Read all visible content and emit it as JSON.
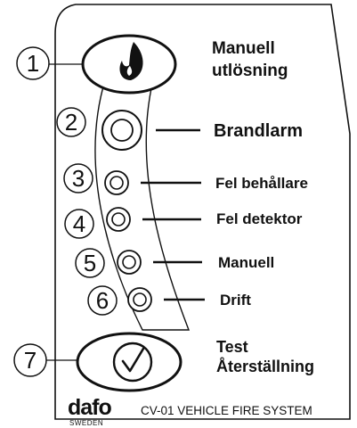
{
  "panel": {
    "colors": {
      "outline": "#111111",
      "background": "#ffffff",
      "text": "#111111"
    },
    "callouts": [
      {
        "number": "1",
        "lines": [
          "Manuell",
          "utlösning"
        ],
        "control": "fire-button",
        "icon": "flame-icon"
      },
      {
        "number": "2",
        "lines": [
          "Brandlarm"
        ],
        "control": "indicator-lamp-large"
      },
      {
        "number": "3",
        "lines": [
          "Fel behållare"
        ],
        "control": "indicator-lamp"
      },
      {
        "number": "4",
        "lines": [
          "Fel detektor"
        ],
        "control": "indicator-lamp"
      },
      {
        "number": "5",
        "lines": [
          "Manuell"
        ],
        "control": "indicator-lamp"
      },
      {
        "number": "6",
        "lines": [
          "Drift"
        ],
        "control": "indicator-lamp"
      },
      {
        "number": "7",
        "lines": [
          "Test",
          "Återställning"
        ],
        "control": "test-button",
        "icon": "check-circle-icon"
      }
    ],
    "footer": {
      "logo_text": "dafo",
      "logo_subtext": "SWEDEN",
      "product": "CV-01 VEHICLE FIRE SYSTEM"
    }
  }
}
